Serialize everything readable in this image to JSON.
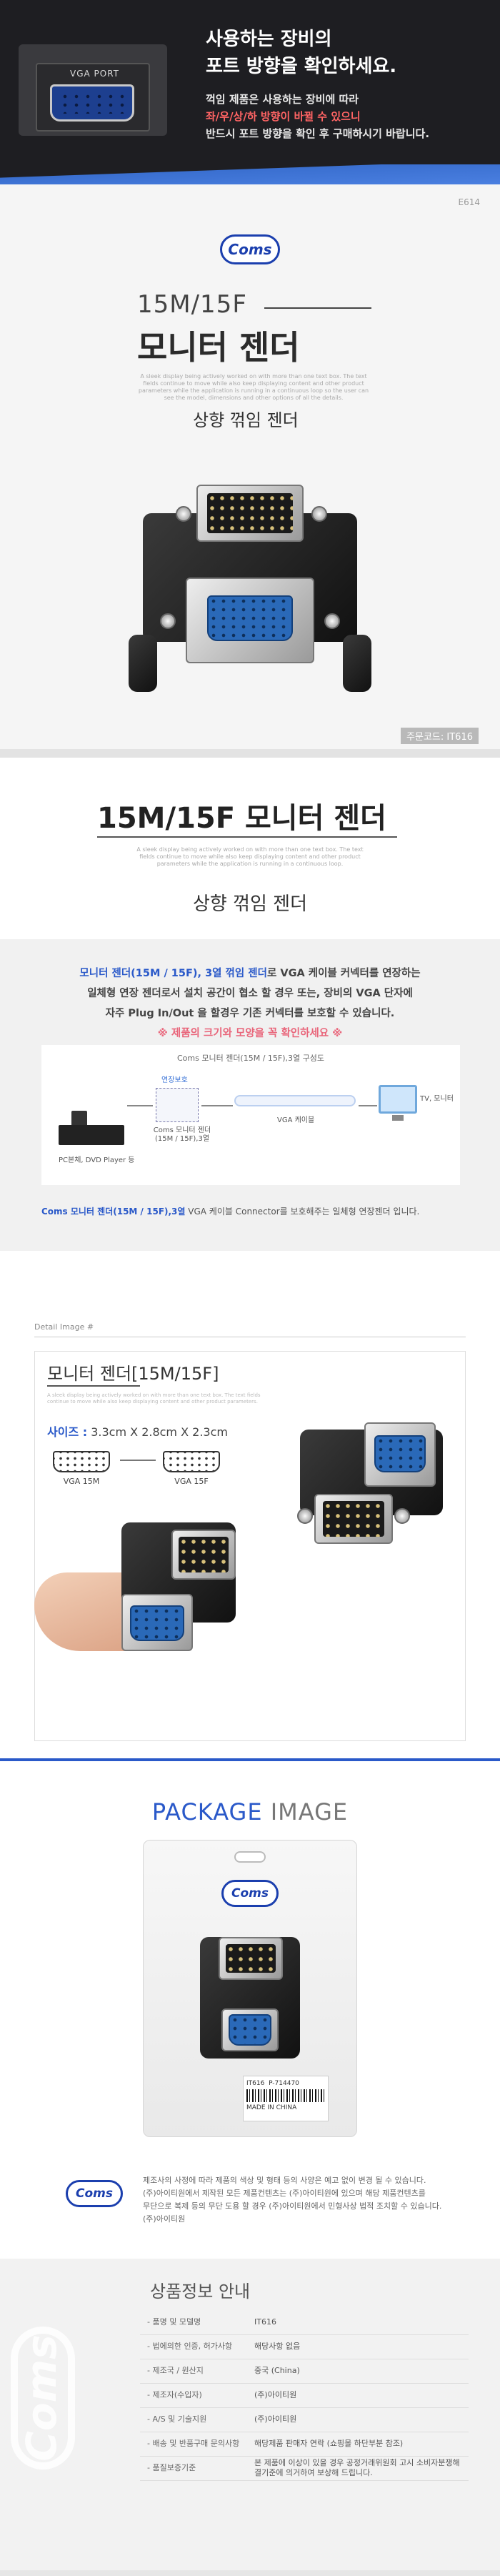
{
  "banner": {
    "port_label": "VGA PORT",
    "title_line1": "사용하는 장비의",
    "title_line2": "포트 방향을 확인하세요.",
    "line1": "꺽임 제품은 사용하는 장비에 따라",
    "line2_warn": "좌/우/상/하 방향이 바뀔 수 있으니",
    "line3": "반드시 포트 방향을 확인 후 구매하시기 바랍니다.",
    "colors": {
      "background": "#1e1e22",
      "accent_blue": "#3a6fd0",
      "warning": "#ff6464"
    }
  },
  "hero": {
    "code": "E614",
    "logo": "Coms",
    "spec": "15M/15F",
    "name": "모니터 젠더",
    "fine_print": "A sleek display being actively worked on with more than one text box. The text fields continue to move while also keep displaying content and other product parameters while the application is running in a continuous loop so the user can see the model, dimensions and other options of all the details.",
    "subtitle": "상향 꺾임 젠더",
    "model_tag": "주문코드: IT616"
  },
  "section2": {
    "title": "15M/15F 모니터 젠더",
    "fine_print": "A sleek display being actively worked on with more than one text box. The text fields continue to move while also keep displaying content and other product parameters while the application is running in a continuous loop.",
    "subtitle": "상향 꺾임 젠더"
  },
  "description": {
    "p1_hl": "모니터 젠더(15M / 15F), 3열 꺾임 젠더",
    "p1_rest": "로 VGA 케이블 커넥터를 연장하는",
    "p2": "일체형 연장 젠더로서 설치 공간이 협소 할 경우 또는, 장비의 VGA 단자에",
    "p3": "자주 Plug In/Out 을 할경우 기존 커넥터를 보호할 수 있습니다.",
    "p4_warn": "※ 제품의 크기와 모양을 꼭 확인하세요 ※",
    "diagram": {
      "caption": "Coms 모니터 젠더(15M / 15F),3열 구성도",
      "gender_top": "연장보호",
      "gender_label": "Coms 모니터 젠더 (15M / 15F),3열",
      "pc_label": "PC본체, DVD Player 등",
      "cable_label": "VGA 케이블",
      "tv_label": "TV, 모니터"
    },
    "footnote_hl": "Coms 모니터 젠더(15M / 15F),3열",
    "footnote_rest": " VGA 케이블 Connector를 보호해주는 일체형 연장젠더 입니다."
  },
  "detail": {
    "header": "Detail Image #",
    "title": "모니터 젠더[15M/15F]",
    "fine_print": "A sleek display being actively worked on with more than one text box. The text fields continue to move while also keep displaying content and other product parameters.",
    "size_label": "사이즈 :",
    "size_value": " 3.3cm X 2.8cm X 2.3cm",
    "pin_m": "VGA 15M",
    "pin_f": "VGA 15F"
  },
  "package": {
    "title_a": "PACKAGE",
    "title_b": " IMAGE",
    "logo": "Coms",
    "label_code": "IT616",
    "label_code2": "P-714470",
    "label_made": "MADE IN CHINA",
    "foot_logo": "Coms",
    "foot1": "제조사의 사정에 따라 제품의 색상 및 형태 등의 사양은 예고 없이 변경 될 수 있습니다.",
    "foot2": "(주)아이티원에서 제작된 모든 제품컨텐츠는 (주)아이티원에 있으며 해당 제품컨텐츠를",
    "foot3": "무단으로 복제 등의 무단 도용 할 경우 (주)아이티원에서 민형사상 법적 조치할 수 있습니다.",
    "foot4": "(주)아이티원"
  },
  "info": {
    "side_logo": "Coms",
    "title": "상품정보 안내",
    "rows": [
      {
        "k": "- 품명 및 모델명",
        "v": "IT616"
      },
      {
        "k": "- 법에의한 인증, 허가사항",
        "v": "해당사항 없음"
      },
      {
        "k": "- 제조국 / 원산지",
        "v": "중국 (China)"
      },
      {
        "k": "- 제조자(수입자)",
        "v": "(주)아이티원"
      },
      {
        "k": "- A/S 및 기술지원",
        "v": "(주)아이티원"
      },
      {
        "k": "- 배송 및 반품구매 문의사항",
        "v": "해당제품 판매자 연락 (쇼핑몰 하단부분 참조)"
      },
      {
        "k": "- 품질보증기준",
        "v": "본 제품에 이상이 있을 경우 공정거래위원회 고시 소비자분쟁해결기준에 의거하여 보상해 드립니다."
      }
    ]
  }
}
